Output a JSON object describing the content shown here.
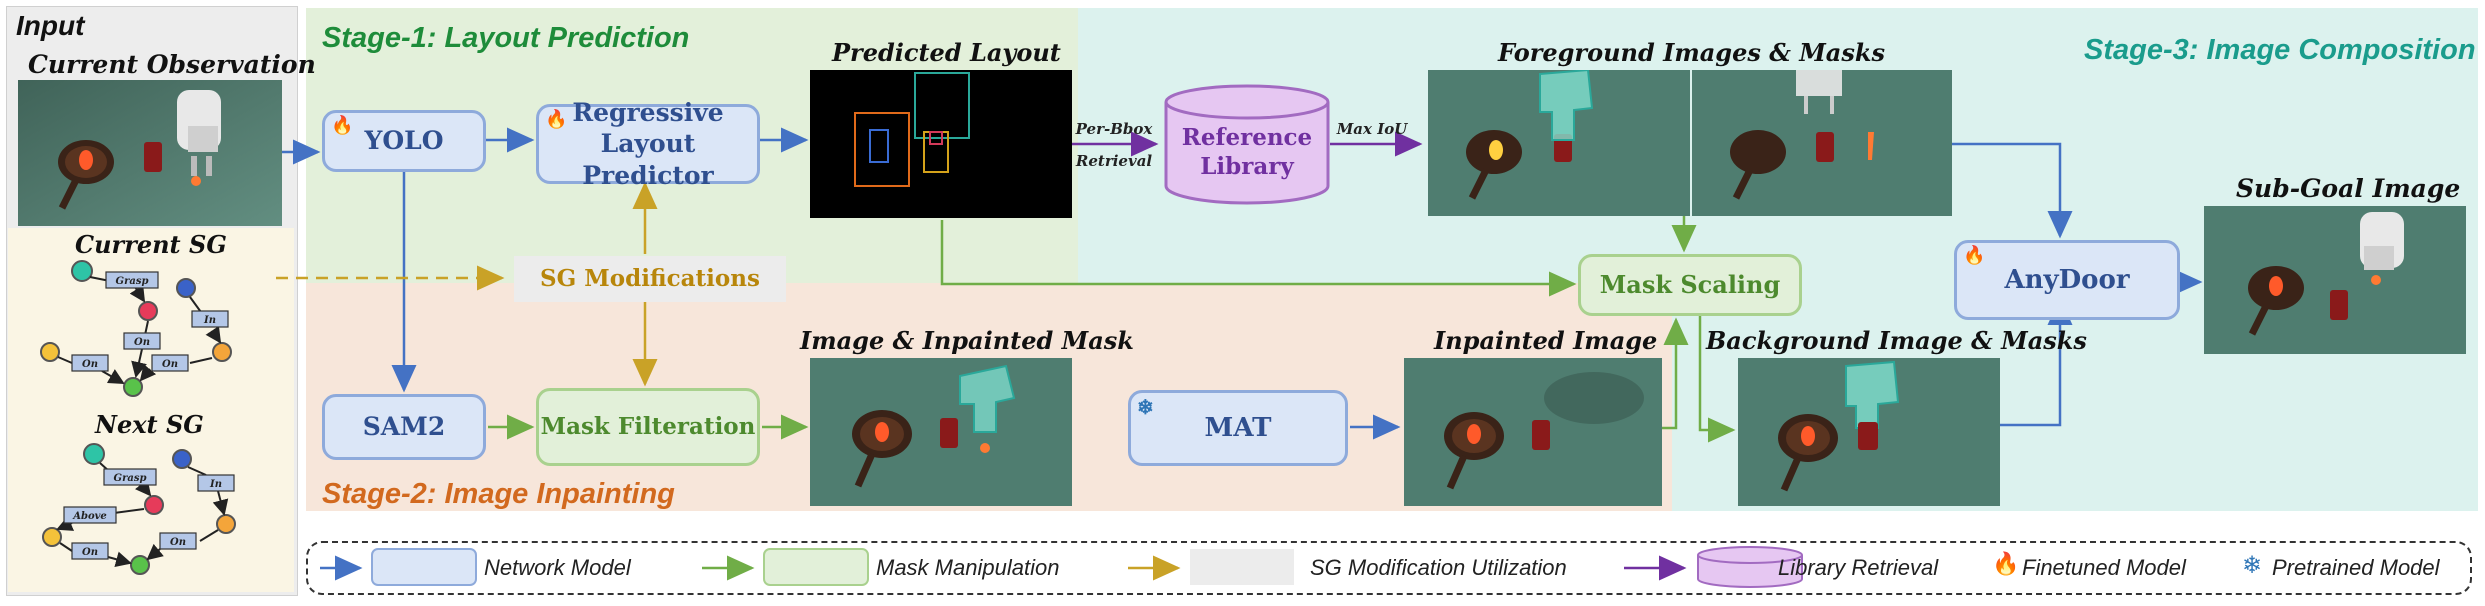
{
  "input": {
    "title": "Input",
    "current_observation": "Current Observation",
    "current_sg": "Current SG",
    "next_sg": "Next SG",
    "current_sg_edges": [
      "Grasp",
      "In",
      "On",
      "On",
      "On"
    ],
    "next_sg_edges": [
      "Grasp",
      "In",
      "Above",
      "On",
      "On"
    ]
  },
  "stages": {
    "stage1": "Stage-1: Layout Prediction",
    "stage2": "Stage-2: Image Inpainting",
    "stage3": "Stage-3: Image Composition"
  },
  "nodes": {
    "yolo": "YOLO",
    "regressive": "Regressive Layout Predictor",
    "sg_mod": "SG Modifications",
    "sam2": "SAM2",
    "mask_filter": "Mask Filteration",
    "mat": "MAT",
    "reference_library": "Reference Library",
    "mask_scaling": "Mask Scaling",
    "anydoor": "AnyDoor"
  },
  "captions": {
    "predicted_layout": "Predicted Layout",
    "foreground": "Foreground Images & Masks",
    "sub_goal": "Sub-Goal Image",
    "image_inpainted_mask": "Image & Inpainted Mask",
    "inpainted_image": "Inpainted Image",
    "background": "Background Image & Masks"
  },
  "edge_labels": {
    "per_bbox": "Per-Bbox",
    "retrieval": "Retrieval",
    "max_iou": "Max IoU"
  },
  "legend": {
    "network_model": "Network Model",
    "mask_manipulation": "Mask Manipulation",
    "sg_modification_utilization": "SG Modification Utilization",
    "library_retrieval": "Library Retrieval",
    "finetuned_model": "Finetuned Model",
    "pretrained_model": "Pretrained Model"
  },
  "colors": {
    "network_blue": "#4472c4",
    "mask_green": "#70ad47",
    "sg_gold": "#c9a227",
    "library_purple": "#7030a0",
    "stage1_text": "#1e8c3a",
    "stage2_text": "#d2691e",
    "stage3_text": "#1a9c8c"
  }
}
